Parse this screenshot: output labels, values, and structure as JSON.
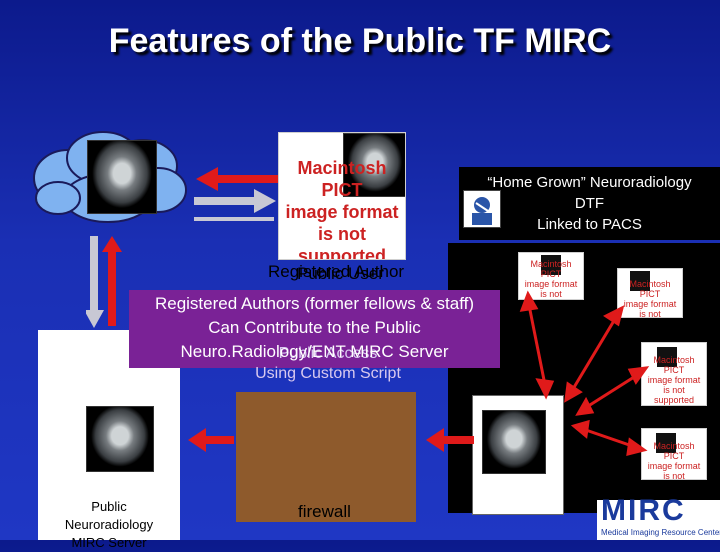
{
  "title": "Features of the Public TF MIRC",
  "home_grown": {
    "text": "“Home Grown” Neuroradiology\nDTF\nLinked to PACS"
  },
  "placeholder_text": {
    "large": "Macintosh PICT\nimage format\nis not supported",
    "small": "Macintosh PICT\nimage format\nis not supported"
  },
  "labels": {
    "registered_author": "Registered Author",
    "public_user": "Public User",
    "purple_text": "Registered Authors (former fellows & staff)\nCan Contribute to the Public\nNeuro.Radiology/ENT MIRC Server",
    "behind_text": "Public Access\nUsing Custom Script",
    "server": "Public\nNeuroradiology\nMIRC Server",
    "firewall": "firewall",
    "logo": "MIRC",
    "logo_sub": "Medical Imaging Resource Center"
  },
  "colors": {
    "background_top": "#0c1a8c",
    "background_bottom": "#1f37c4",
    "purple_box": "#7a2296",
    "arrow_red": "#e01a1a",
    "arrow_gray": "#c8c8d4",
    "firewall_brown": "#8e5a2c"
  }
}
